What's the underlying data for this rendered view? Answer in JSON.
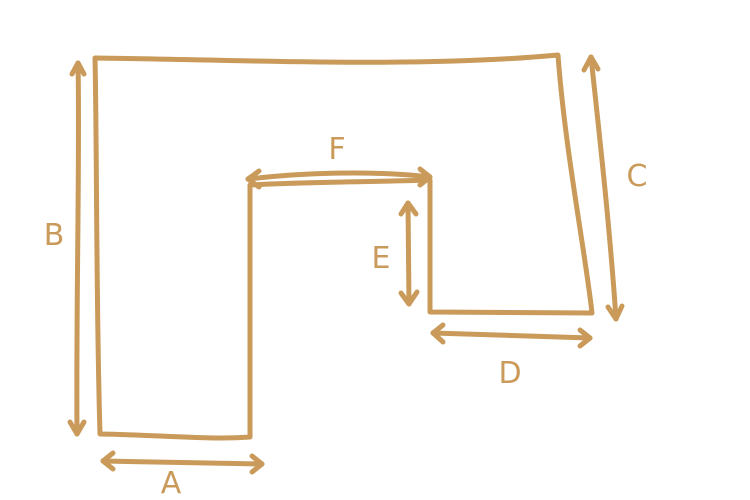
{
  "color": "#c99a5a",
  "labels": {
    "a": "A",
    "b": "B",
    "c": "C",
    "d": "D",
    "e": "E",
    "f": "F"
  }
}
